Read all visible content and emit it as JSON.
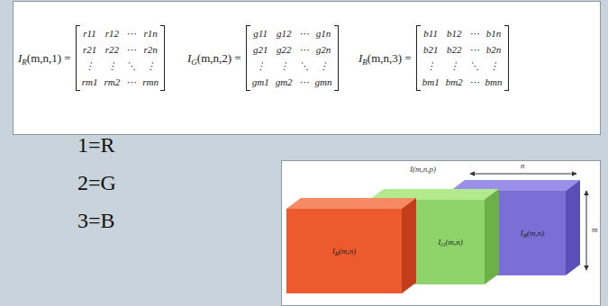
{
  "diagram": {
    "nodes": [
      {
        "text": [
          "I",
          "R",
          "(m,n)"
        ]
      },
      {
        "text": [
          "I",
          "G",
          "(m,n)"
        ]
      },
      {
        "text": [
          "I",
          "B",
          "(m,n)"
        ]
      }
    ],
    "labels": [
      "I",
      "R",
      "(m,n,1) =",
      "r11",
      "r12",
      "⋯",
      "r1n",
      "r21",
      "r22",
      "⋯",
      "r2n",
      "⋮",
      "⋮",
      "⋱",
      "⋮",
      "rm1",
      "rm2",
      "⋯",
      "rmn",
      "I",
      "G",
      "(m,n,2) =",
      "g11",
      "g12",
      "⋯",
      "g1n",
      "g21",
      "g22",
      "⋯",
      "g2n",
      "⋮",
      "⋮",
      "⋱",
      "⋮",
      "gm1",
      "gm2",
      "⋯",
      "gmn",
      "I",
      "B",
      "(m,n,3) =",
      "b11",
      "b12",
      "⋯",
      "b1n",
      "b21",
      "b22",
      "⋯",
      "b2n",
      "⋮",
      "⋮",
      "⋱",
      "⋮",
      "bm1",
      "bm2",
      "⋯",
      "bmn",
      "1=R",
      "2=G",
      "3=B",
      "I(m,n,p)",
      "n",
      "m"
    ]
  }
}
